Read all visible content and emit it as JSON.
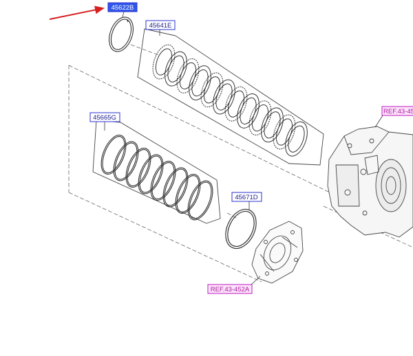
{
  "callouts": {
    "part_45622b": {
      "label": "45622B",
      "highlighted": true
    },
    "part_45641e": {
      "label": "45641E"
    },
    "part_45665g": {
      "label": "45665G"
    },
    "part_45671d": {
      "label": "45671D"
    },
    "ref_main_case": {
      "label": "REF.43-45"
    },
    "ref_cover": {
      "label": "REF.43-452A"
    }
  },
  "colors": {
    "part_label_border": "#2a2fd1",
    "part_label_text": "#1a1a8c",
    "highlight_fill": "#2f56e8",
    "ref_label_border": "#c21ac2",
    "ref_label_text": "#b0139e",
    "ref_label_fill": "#fbe6fb",
    "pointer_arrow": "#d61f1f",
    "line_art": "#333333"
  }
}
